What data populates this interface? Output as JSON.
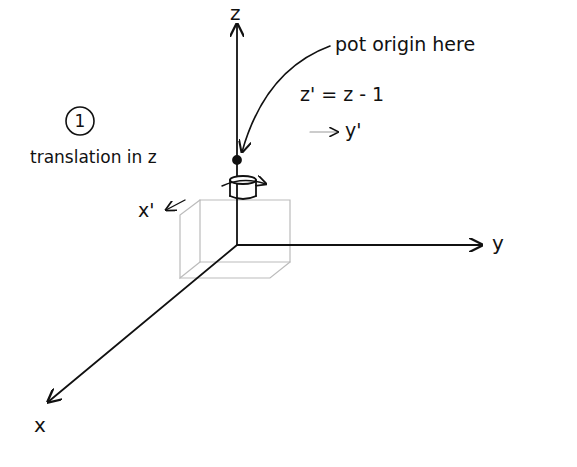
{
  "diagram": {
    "labels": [
      "z",
      "pot origin here",
      "z' = z - 1",
      "y'",
      "1",
      "translation in z",
      "x'",
      "y",
      "x"
    ]
  }
}
